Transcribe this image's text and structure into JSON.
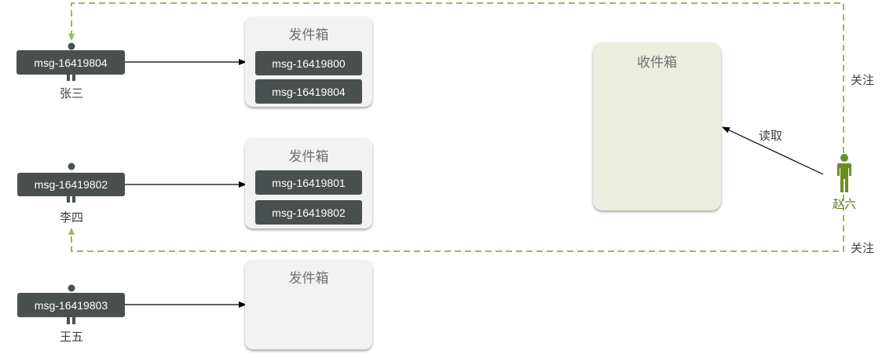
{
  "colors": {
    "tag_bg": "#4a5050",
    "outbox_bg": "#f2f2f2",
    "inbox_bg": "#ebeedd",
    "follow_line": "#9bbb59",
    "person_dark": "#4a5050",
    "person_green": "#6b8e23"
  },
  "users": [
    {
      "name": "张三",
      "inbox_msg": "msg-16419804"
    },
    {
      "name": "李四",
      "inbox_msg": "msg-16419802"
    },
    {
      "name": "王五",
      "inbox_msg": "msg-16419803"
    }
  ],
  "outboxes": [
    {
      "title": "发件箱",
      "messages": [
        "msg-16419800",
        "msg-16419804"
      ]
    },
    {
      "title": "发件箱",
      "messages": [
        "msg-16419801",
        "msg-16419802"
      ]
    },
    {
      "title": "发件箱",
      "messages": []
    }
  ],
  "inbox": {
    "title": "收件箱"
  },
  "follower": {
    "name": "赵六",
    "icon": "person-icon"
  },
  "labels": {
    "follow_top": "关注",
    "follow_bottom": "关注",
    "read": "读取"
  }
}
